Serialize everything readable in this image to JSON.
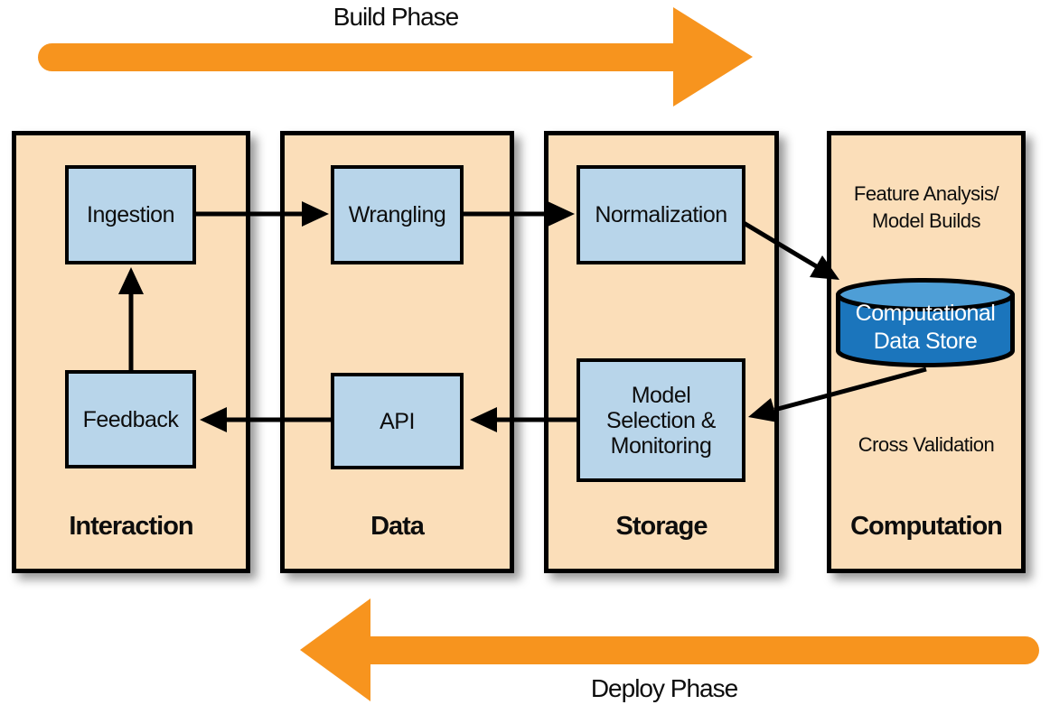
{
  "build_phase": {
    "label": "Build Phase"
  },
  "deploy_phase": {
    "label": "Deploy Phase"
  },
  "columns": [
    {
      "id": "interaction",
      "label": "Interaction",
      "boxes": [
        {
          "label": "Ingestion"
        },
        {
          "label": "Feedback"
        }
      ]
    },
    {
      "id": "data",
      "label": "Data",
      "boxes": [
        {
          "label": "Wrangling"
        },
        {
          "label": "API"
        }
      ]
    },
    {
      "id": "storage",
      "label": "Storage",
      "boxes": [
        {
          "label": "Normalization"
        },
        {
          "label": "Model\nSelection &\nMonitoring"
        }
      ]
    },
    {
      "id": "computation",
      "label": "Computation",
      "feature_text": "Feature Analysis/\nModel Builds",
      "datastore_label": "Computational\nData Store",
      "cross_validation_text": "Cross Validation"
    }
  ],
  "flows": [
    {
      "from": "Ingestion",
      "to": "Wrangling"
    },
    {
      "from": "Wrangling",
      "to": "Normalization"
    },
    {
      "from": "Normalization",
      "to": "Computational Data Store"
    },
    {
      "from": "Computational Data Store",
      "to": "Model Selection & Monitoring"
    },
    {
      "from": "Model Selection & Monitoring",
      "to": "API"
    },
    {
      "from": "API",
      "to": "Feedback"
    },
    {
      "from": "Feedback",
      "to": "Ingestion"
    }
  ],
  "colors": {
    "arrow_orange": "#F7941E",
    "panel_fill": "#FBDEB9",
    "node_fill": "#B8D5EA",
    "datastore_fill": "#1B75BC",
    "datastore_top_fill": "#4E9ED6",
    "outline": "#000000",
    "datastore_text": "#FFFFFF"
  }
}
